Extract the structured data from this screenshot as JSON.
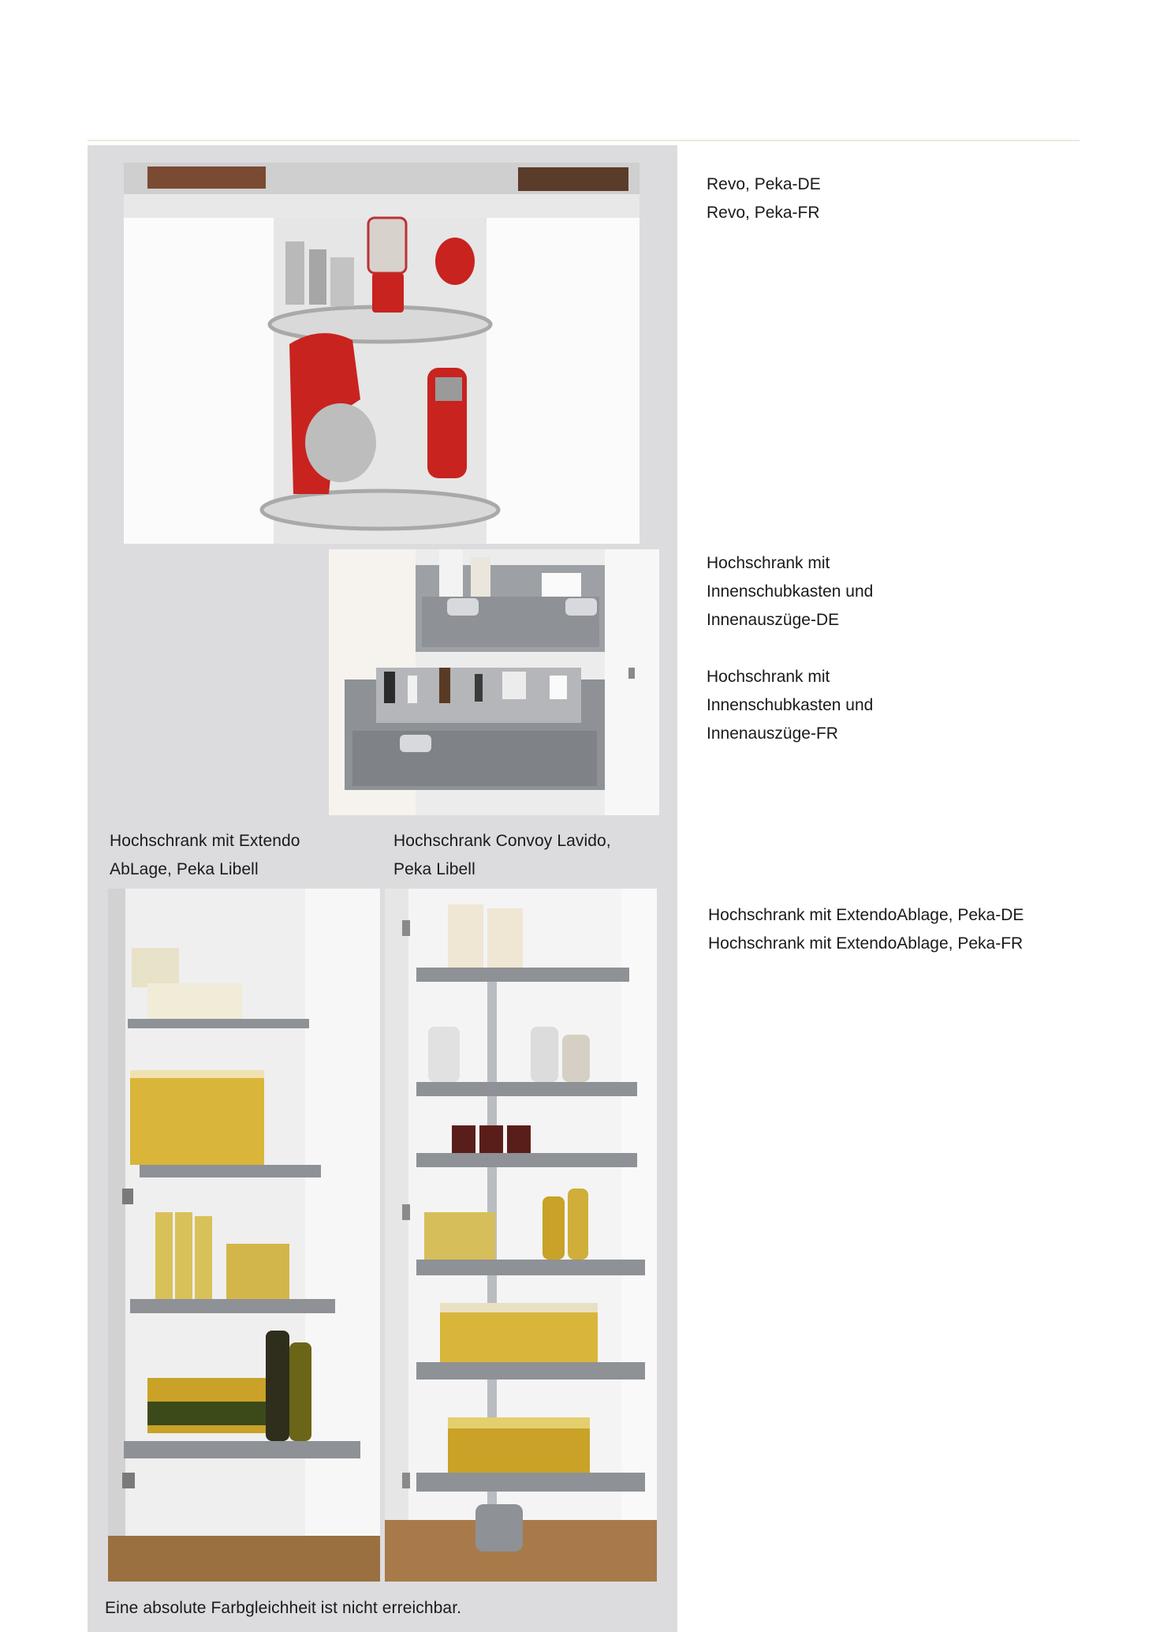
{
  "side_captions": {
    "revo": [
      "Revo, Peka-DE",
      "Revo, Peka-FR"
    ],
    "innen": [
      "Hochschrank mit",
      "Innenschubkasten und",
      "Innenauszüge-DE",
      "",
      "Hochschrank mit",
      "Innenschubkasten und",
      "Innenauszüge-FR"
    ],
    "extendo": [
      "Hochschrank mit ExtendoAblage, Peka-DE",
      "Hochschrank mit ExtendoAblage, Peka-FR"
    ]
  },
  "photo_captions": {
    "extendo": [
      "Hochschrank mit Extendo",
      "AbLage, Peka Libell"
    ],
    "convoy": [
      "Hochschrank Convoy Lavido,",
      "Peka Libell"
    ]
  },
  "footnote": "Eine absolute Farbgleichheit ist nicht erreichbar.",
  "colors": {
    "panel": "#dcdcdf",
    "rule": "#ece9d9",
    "shelf_gray": "#8e9196",
    "appliance_red": "#c8231f",
    "pasta_yellow": "#d9b53a",
    "jar_gold": "#c9a227"
  }
}
